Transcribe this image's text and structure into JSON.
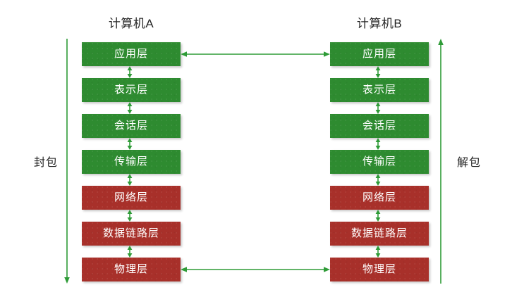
{
  "diagram": {
    "title_left": "计算机A",
    "title_right": "计算机B",
    "side_label_left": "封包",
    "side_label_right": "解包",
    "colors": {
      "green": "#2e8b30",
      "red": "#a8302a",
      "arrow": "#2e9b37",
      "text": "#262626",
      "background": "#ffffff"
    },
    "layers": [
      {
        "label": "应用层",
        "color": "green"
      },
      {
        "label": "表示层",
        "color": "green"
      },
      {
        "label": "会话层",
        "color": "green"
      },
      {
        "label": "传输层",
        "color": "green"
      },
      {
        "label": "网络层",
        "color": "red"
      },
      {
        "label": "数据链路层",
        "color": "red"
      },
      {
        "label": "物理层",
        "color": "red"
      }
    ],
    "peer_links": [
      {
        "from": "应用层",
        "to": "应用层",
        "direction": "bidirectional"
      },
      {
        "from": "物理层",
        "to": "物理层",
        "direction": "bidirectional"
      }
    ],
    "flow_left": "downward",
    "flow_right": "upward"
  }
}
